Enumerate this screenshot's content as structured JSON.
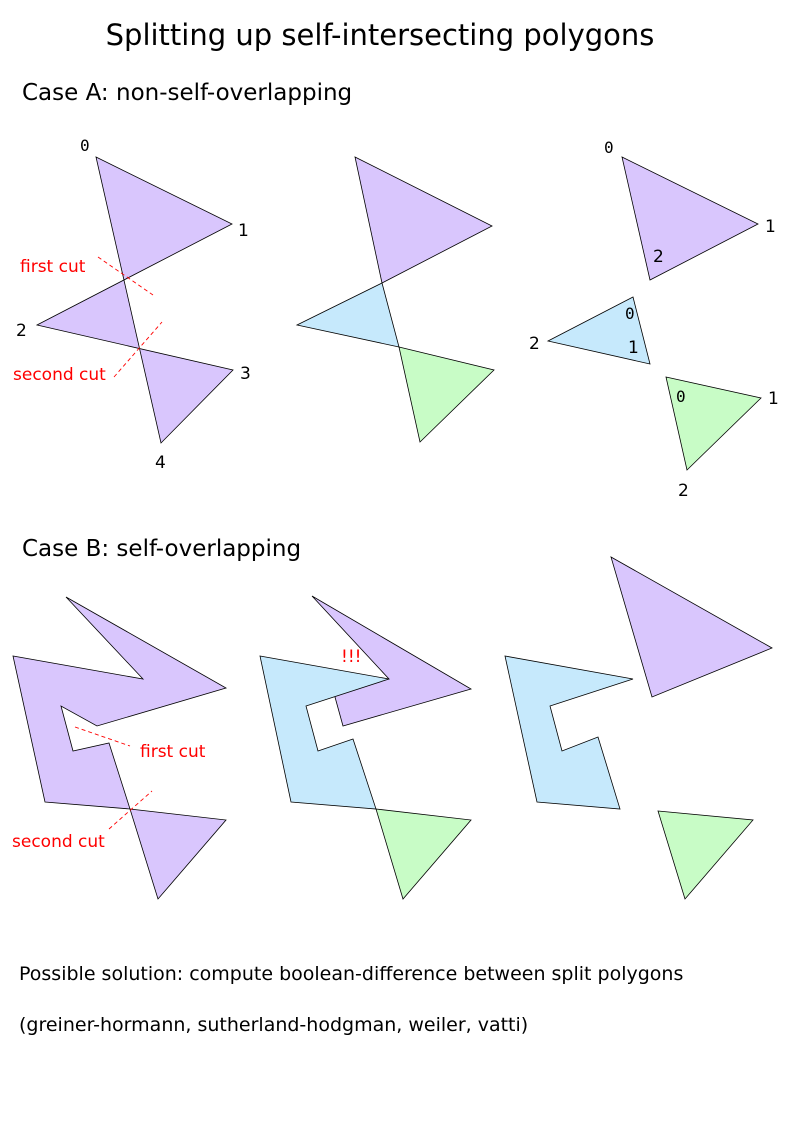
{
  "title": "Splitting up self-intersecting polygons",
  "case_a": {
    "heading": "Case A: non-self-overlapping",
    "vertex_labels": [
      "0",
      "1",
      "2",
      "3",
      "4"
    ],
    "first_cut": "first cut",
    "second_cut": "second cut",
    "piece_top_labels": [
      "0",
      "1",
      "2"
    ],
    "piece_mid_labels": [
      "0",
      "1",
      "2"
    ],
    "piece_bot_labels": [
      "0",
      "1",
      "2"
    ]
  },
  "case_b": {
    "heading": "Case B: self-overlapping",
    "first_cut": "first cut",
    "second_cut": "second cut",
    "warning": "!!!"
  },
  "solution": {
    "line1": "Possible solution: compute boolean-difference between split polygons",
    "line2": "(greiner-hormann, sutherland-hodgman, weiler, vatti)"
  },
  "colors": {
    "purple": "#d9c6fd",
    "blue": "#c6e9fc",
    "green": "#c8fcc6",
    "cut": "#ff0000"
  }
}
